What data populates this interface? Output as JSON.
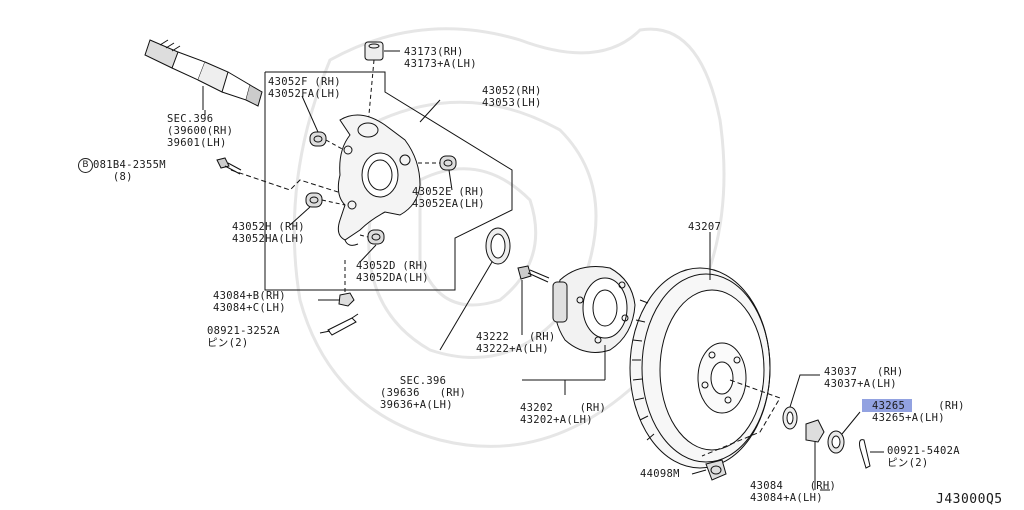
{
  "labels": {
    "sec396_top": [
      "SEC.396",
      "(39600(RH)",
      "39601(LH)"
    ],
    "p43173": [
      "43173(RH)",
      "43173+A(LH)"
    ],
    "p43052": [
      "43052(RH)",
      "43053(LH)"
    ],
    "p43052F": [
      "43052F (RH)",
      "43052FA(LH)"
    ],
    "bolt_081B4": [
      "081B4-2355M",
      "(8)"
    ],
    "bolt_badge": "B",
    "p43052E": [
      "43052E (RH)",
      "43052EA(LH)"
    ],
    "p43052H": [
      "43052H (RH)",
      "43052HA(LH)"
    ],
    "p43052D": [
      "43052D (RH)",
      "43052DA(LH)"
    ],
    "p43084B": [
      "43084+B(RH)",
      "43084+C(LH)"
    ],
    "pin_08921": [
      "08921-3252A",
      "ピン(2)"
    ],
    "p43207": "43207",
    "p43222": [
      "43222   (RH)",
      "43222+A(LH)"
    ],
    "sec396_bottom": [
      "SEC.396",
      "(39636   (RH)",
      "39636+A(LH)"
    ],
    "p43202": [
      "43202    (RH)",
      "43202+A(LH)"
    ],
    "p43037": [
      "43037   (RH)",
      "43037+A(LH)"
    ],
    "p43265": [
      "43265",
      "43265+A(LH)"
    ],
    "p43265_rh": "(RH)",
    "pin_00921": [
      "00921-5402A",
      "ピン(2)"
    ],
    "p44098M": "44098M",
    "p43084": [
      "43084    (RH)",
      "43084+A(LH)"
    ]
  },
  "diagram_code": "J43000Q5",
  "highlight_color": "#7f92dc"
}
